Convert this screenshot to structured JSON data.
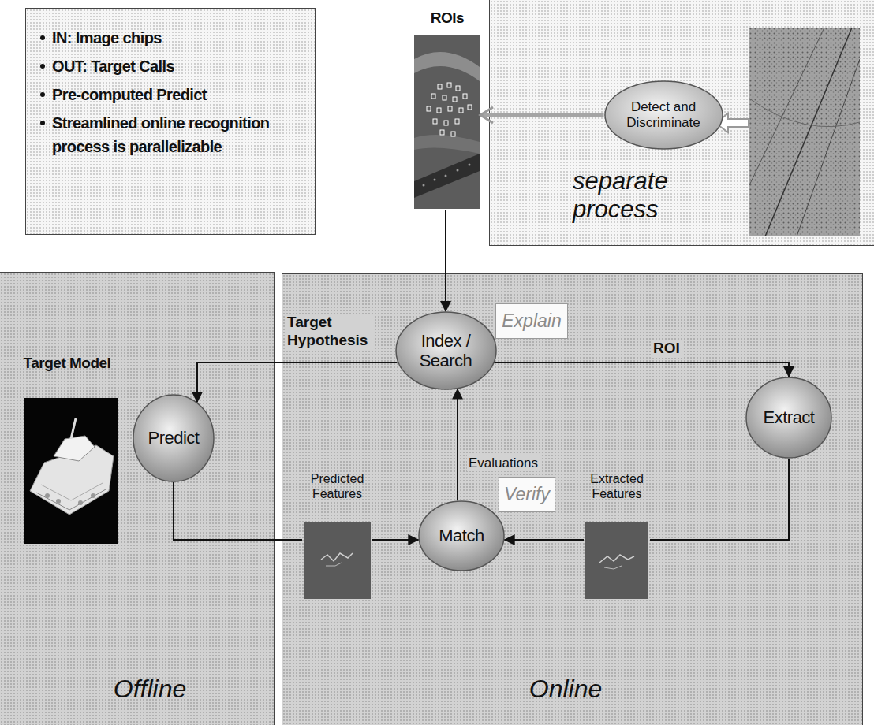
{
  "diagram": {
    "nodes": [
      {
        "text": [
          "IN: Image chips",
          "OUT: Target Calls",
          "Pre-computed Predict",
          "Streamlined online recognition process is parallelizable"
        ]
      },
      {
        "text": [
          "ROIs"
        ]
      },
      {
        "text": [
          "separate process"
        ]
      },
      {
        "text": [
          "Detect and Discriminate"
        ],
        "in": 2
      },
      {
        "text": [
          "Offline"
        ]
      },
      {
        "text": [
          "Target Model"
        ],
        "in": 4
      },
      {
        "text": [
          "Predict"
        ],
        "in": 4
      },
      {
        "text": [
          "Online"
        ]
      },
      {
        "text": [
          "Explain"
        ],
        "in": 7
      },
      {
        "text": [
          "Index / Search"
        ],
        "in": 7
      },
      {
        "text": [
          "Extract"
        ],
        "in": 7
      },
      {
        "text": [
          "Predicted Features"
        ],
        "in": 7
      },
      {
        "text": [
          "Match"
        ],
        "in": 7
      },
      {
        "text": [
          "Verify"
        ],
        "in": 7
      },
      {
        "text": [
          "Extracted Features"
        ],
        "in": 7
      }
    ],
    "edges": [
      {
        "from": 3,
        "to": 1,
        "arrow": "to"
      },
      {
        "from": 1,
        "to": 9,
        "arrow": "to"
      },
      {
        "from": 9,
        "to": 6,
        "label": "Target Hypothesis",
        "arrow": "to"
      },
      {
        "from": 9,
        "to": 10,
        "label": "ROI",
        "arrow": "to"
      },
      {
        "from": 6,
        "to": 11,
        "arrow": "none"
      },
      {
        "from": 11,
        "to": 12,
        "arrow": "to"
      },
      {
        "from": 10,
        "to": 14,
        "arrow": "none"
      },
      {
        "from": 14,
        "to": 12,
        "arrow": "to"
      },
      {
        "from": 12,
        "to": 9,
        "label": "Evaluations",
        "arrow": "to"
      }
    ]
  }
}
